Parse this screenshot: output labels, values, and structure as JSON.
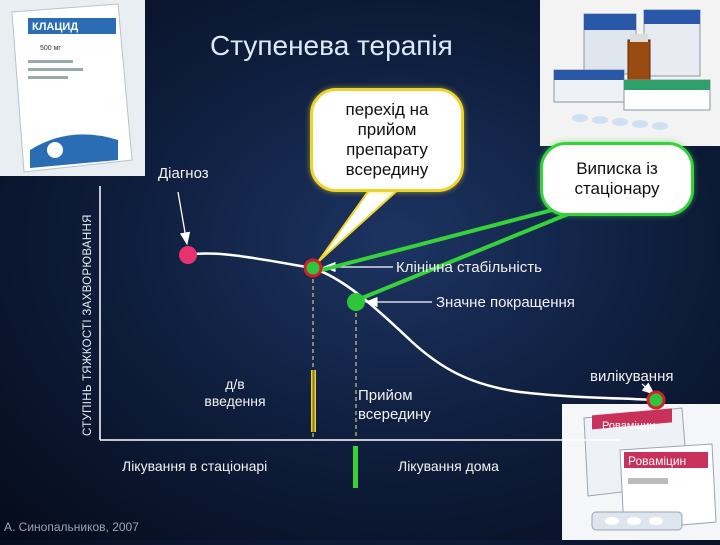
{
  "title": "Ступенева терапія",
  "y_axis_label": "СТУПІНЬ ТЯЖКОСТІ ЗАХВОРЮВАННЯ",
  "labels": {
    "diagnosis": "Діагноз",
    "switch_bubble": [
      "перехід на",
      "прийом",
      "препарату",
      "всередину"
    ],
    "discharge_bubble": [
      "Виписка із",
      "стаціонару"
    ],
    "clinical_stability": "Клінічна стабільність",
    "significant_improvement": "Значне покращення",
    "iv_administration": [
      "д/в",
      "введення"
    ],
    "oral_intake": [
      "Прийом",
      "всередину"
    ],
    "cure": "вилікування",
    "hospital_treatment": "Лікування в стаціонарі",
    "home_treatment": "Лікування дома"
  },
  "credit": "А. Синопальников, 2007",
  "product_photos": [
    {
      "box_text": "КЛАЦИД",
      "dose": "500 мг",
      "name": "klacid-box"
    },
    {
      "box_text": "",
      "name": "medicine-packs-photo"
    },
    {
      "box_text": "Ровамiцин",
      "name": "rovamycin-box"
    }
  ],
  "colors": {
    "diagnosis_dot": "#e8326e",
    "switch_dot": "#d0202a",
    "improvement_dot": "#2fc53a",
    "cure_dot": "#2fc53a",
    "bubble_yellow_border": "#f0d22a",
    "bubble_green_border": "#37d23a",
    "arrow_green": "#37d23a"
  }
}
